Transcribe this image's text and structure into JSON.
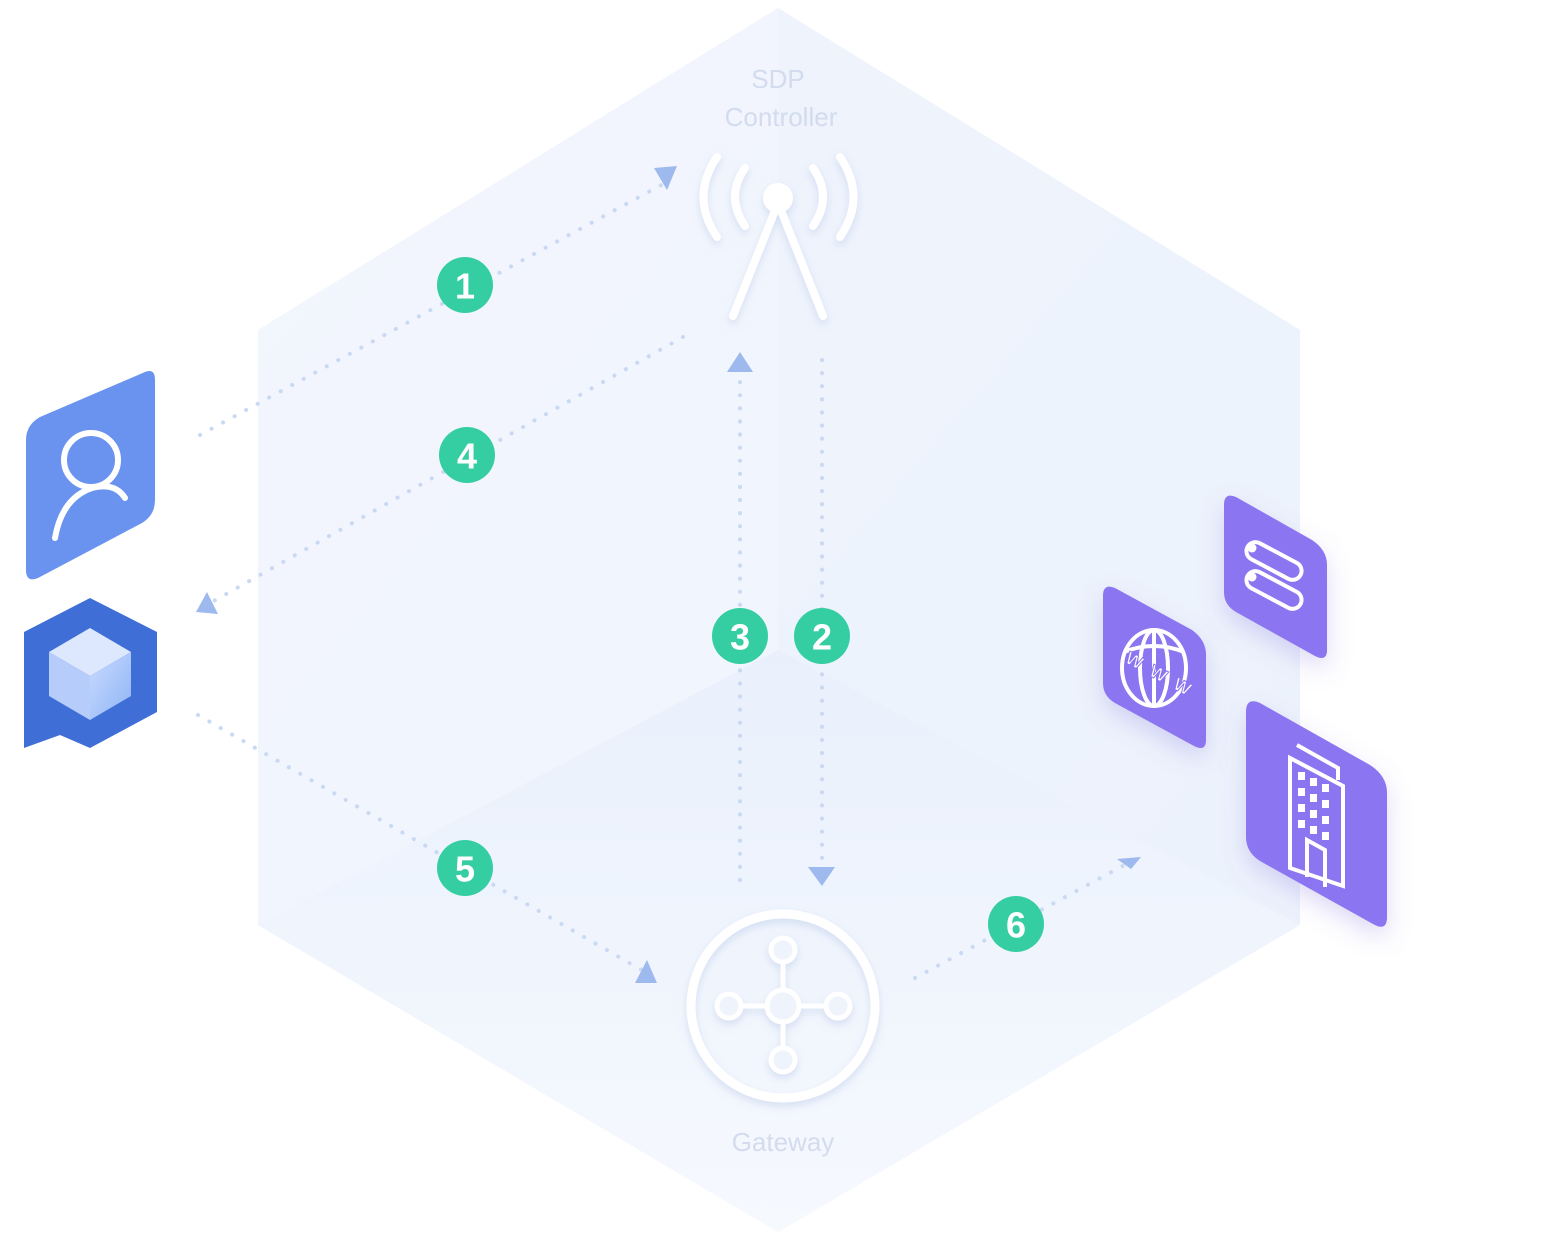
{
  "diagram": {
    "controller_label_line1": "SDP",
    "controller_label_line2": "Controller",
    "gateway_label": "Gateway",
    "steps": [
      {
        "id": "step-1",
        "label": "1"
      },
      {
        "id": "step-2",
        "label": "2"
      },
      {
        "id": "step-3",
        "label": "3"
      },
      {
        "id": "step-4",
        "label": "4"
      },
      {
        "id": "step-5",
        "label": "5"
      },
      {
        "id": "step-6",
        "label": "6"
      }
    ],
    "colors": {
      "step_badge": "#35cea3",
      "user_tile": "#6a93f0",
      "client_tile": "#3f6fd6",
      "resource_tile": "#8b74f0",
      "flow_line": "#c9d9f3",
      "arrow_head": "#9db9ee"
    },
    "icons": {
      "user": "user-icon",
      "client": "cube-icon",
      "controller": "antenna-icon",
      "gateway": "gateway-hub-icon",
      "server": "server-icon",
      "web": "www-globe-icon",
      "building": "building-icon"
    }
  }
}
